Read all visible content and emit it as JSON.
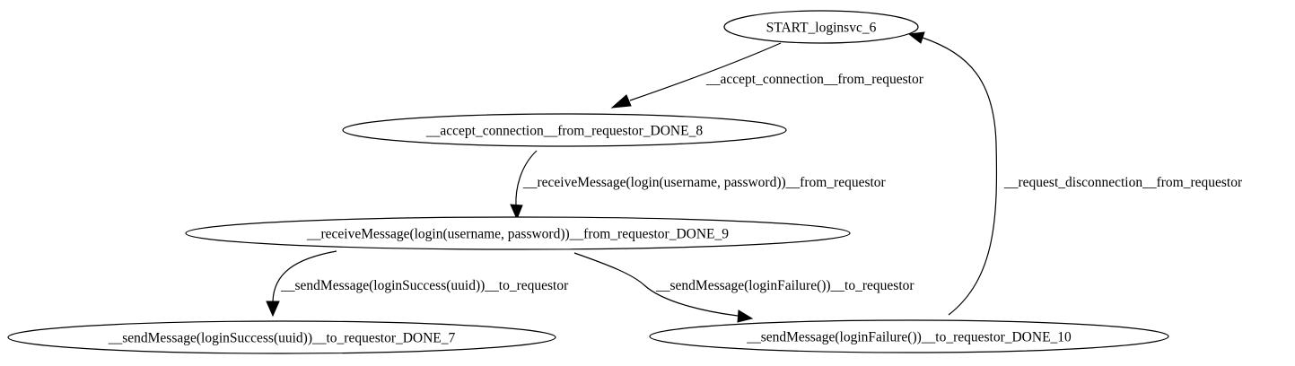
{
  "nodes": [
    {
      "id": "start",
      "label": "START_loginsvc_6"
    },
    {
      "id": "n8",
      "label": "__accept_connection__from_requestor_DONE_8"
    },
    {
      "id": "n9",
      "label": "__receiveMessage(login(username, password))__from_requestor_DONE_9"
    },
    {
      "id": "n7",
      "label": "__sendMessage(loginSuccess(uuid))__to_requestor_DONE_7"
    },
    {
      "id": "n10",
      "label": "__sendMessage(loginFailure())__to_requestor_DONE_10"
    }
  ],
  "edges": [
    {
      "from": "start",
      "to": "n8",
      "label": "__accept_connection__from_requestor"
    },
    {
      "from": "n8",
      "to": "n9",
      "label": "__receiveMessage(login(username, password))__from_requestor"
    },
    {
      "from": "n9",
      "to": "n7",
      "label": "__sendMessage(loginSuccess(uuid))__to_requestor"
    },
    {
      "from": "n9",
      "to": "n10",
      "label": "__sendMessage(loginFailure())__to_requestor"
    },
    {
      "from": "n10",
      "to": "start",
      "label": "__request_disconnection__from_requestor"
    }
  ]
}
